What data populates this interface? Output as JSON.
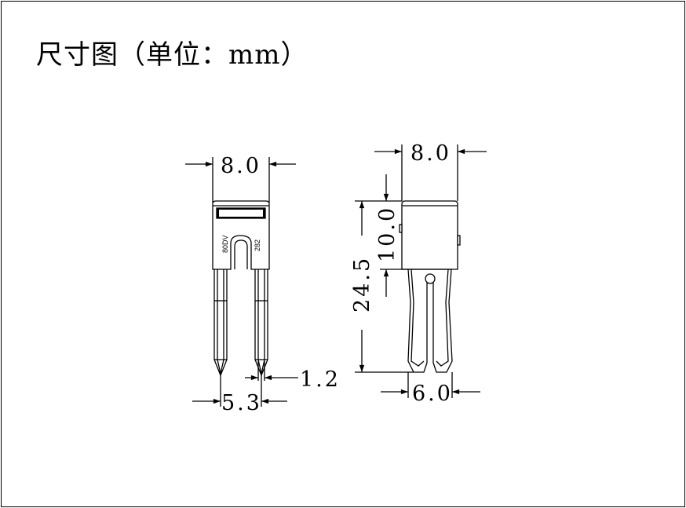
{
  "title": "尺寸图（单位：mm）",
  "colors": {
    "line": "#000000",
    "background": "#ffffff"
  },
  "front_view": {
    "width_label": "8.0",
    "pin_width_label": "1.2",
    "pin_spacing_label": "5.3",
    "marking_left": "80DV",
    "marking_right": "282"
  },
  "side_view": {
    "width_label": "8.0",
    "body_height_label": "10.0",
    "total_height_label": "24.5",
    "pin_span_label": "6.0"
  }
}
